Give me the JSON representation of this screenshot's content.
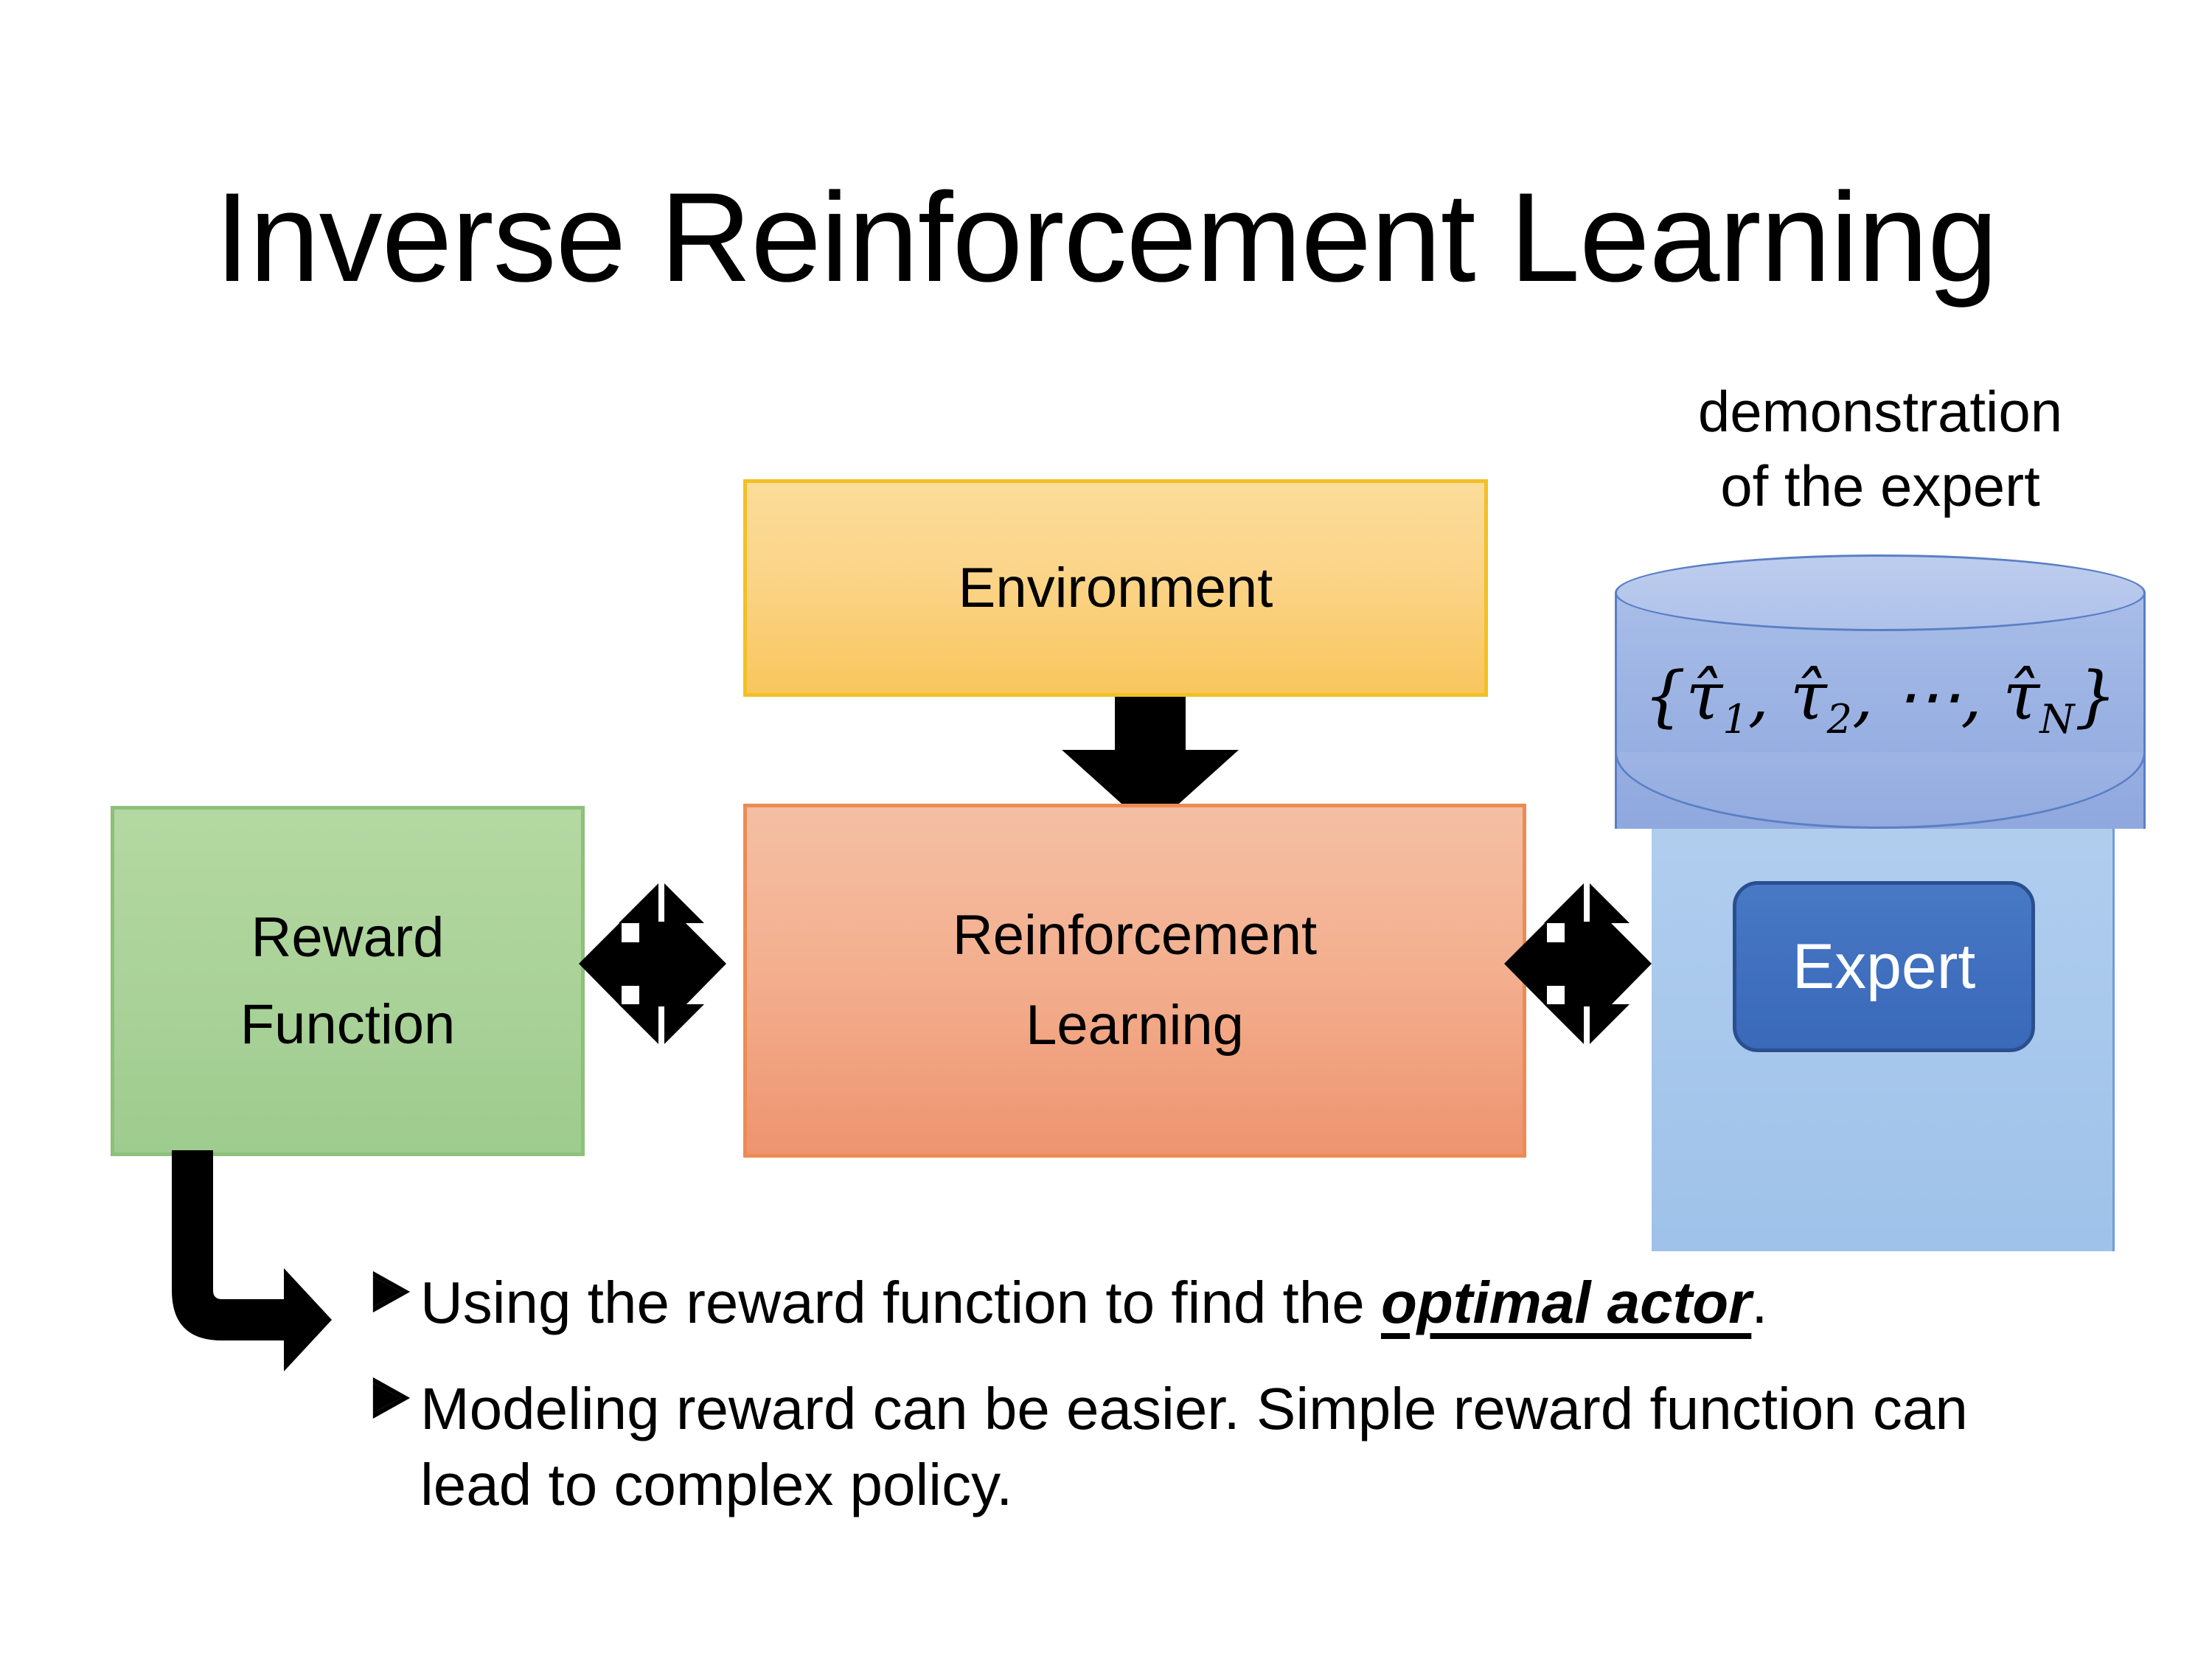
{
  "slide": {
    "title": "Inverse Reinforcement Learning",
    "background_color": "#ffffff"
  },
  "diagram": {
    "environment_box": {
      "label": "Environment",
      "fill_color": "#FBD488",
      "border_color": "#F2C024"
    },
    "rl_box": {
      "label": "Reinforcement\nLearning",
      "fill_color": "#F3AE8D",
      "border_color": "#ED8B52"
    },
    "reward_box": {
      "label": "Reward\nFunction",
      "fill_color": "#A9D298",
      "border_color": "#8DC07A"
    },
    "expert_panel": {
      "fill_color": "#A8C8EC",
      "button_label": "Expert",
      "button_fill_color": "#3F6FBE",
      "button_border_color": "#2A4F8F",
      "button_text_color": "#FFFFFF"
    },
    "demonstration": {
      "caption": "demonstration\nof the expert",
      "cylinder_fill_color": "#9DB4E4",
      "cylinder_border_color": "#5A7FC4",
      "formula_open": "{",
      "formula_tau1": "τ̂",
      "formula_tau1_sub": "1",
      "formula_sep1": ", ",
      "formula_tau2": "τ̂",
      "formula_tau2_sub": "2",
      "formula_sep2": ", ⋯, ",
      "formula_tauN": "τ̂",
      "formula_tauN_sub": "N",
      "formula_close": "}",
      "formula_plain": "{τ̂1, τ̂2, ⋯, τ̂N}"
    },
    "arrows": {
      "environment_to_rl": "down-arrow",
      "reward_to_rl": "quad-arrow",
      "rl_to_expert": "quad-arrow",
      "reward_to_bullets": "elbow-arrow",
      "color": "#000000"
    }
  },
  "bullets": [
    {
      "marker": "➢",
      "text_before": "Using the reward function to find the ",
      "emphasis": "optimal actor",
      "text_after": "."
    },
    {
      "marker": "➢",
      "text_before": "Modeling reward can be easier. Simple reward function can lead to complex policy.",
      "emphasis": "",
      "text_after": ""
    }
  ]
}
